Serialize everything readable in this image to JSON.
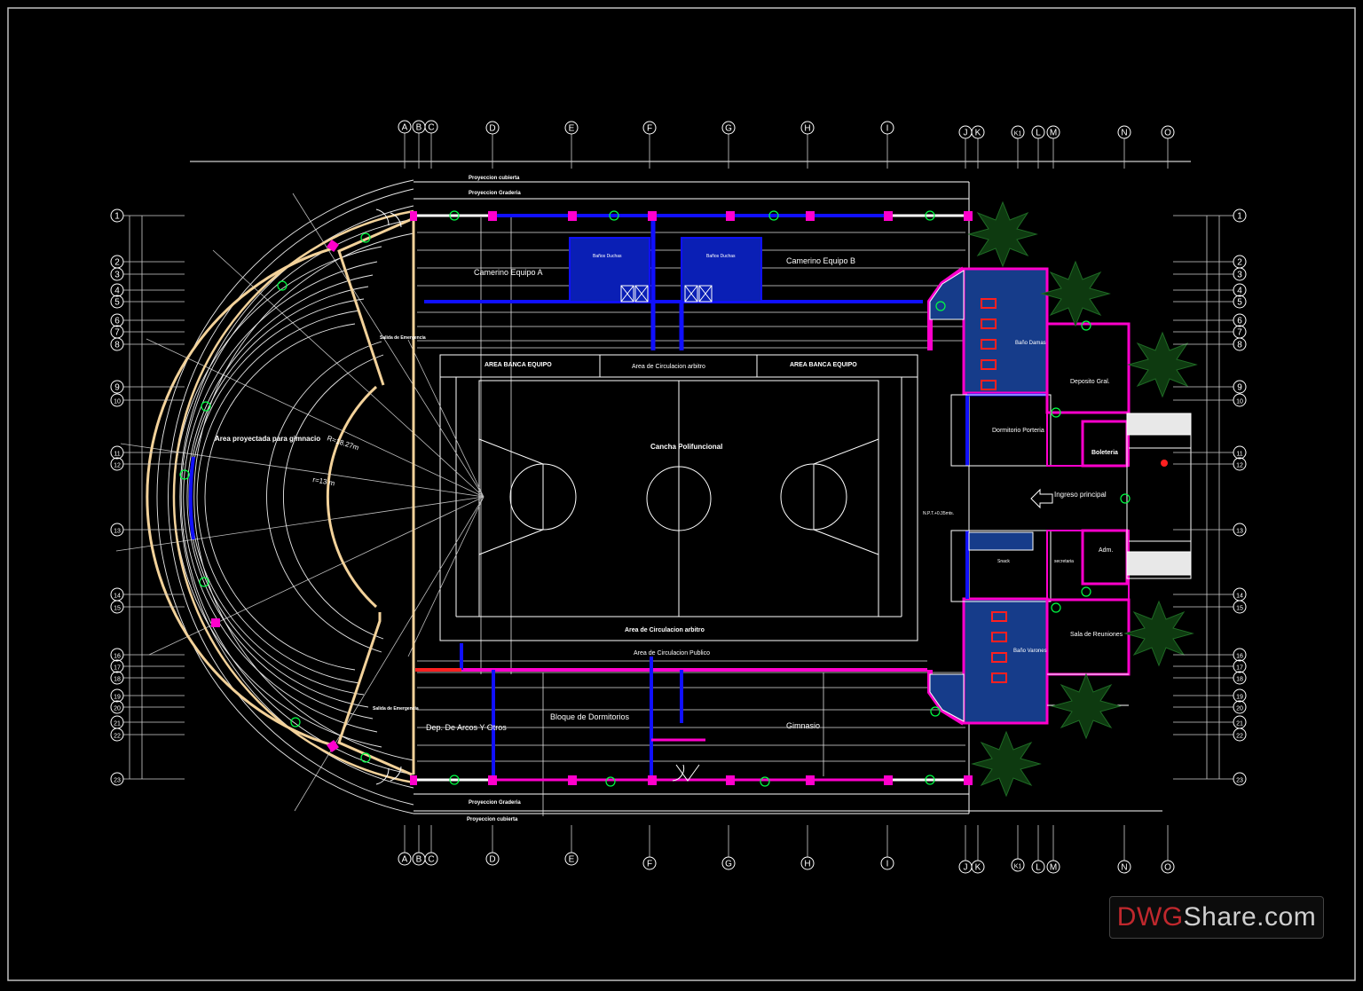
{
  "grid_cols_top": [
    "A",
    "B",
    "C",
    "D",
    "E",
    "F",
    "G",
    "H",
    "I",
    "J",
    "K",
    "K1",
    "L",
    "M",
    "N",
    "O"
  ],
  "grid_cols_bottom": [
    "A",
    "B",
    "C",
    "D",
    "E",
    "F",
    "G",
    "H",
    "I",
    "J",
    "K",
    "K1",
    "L",
    "M",
    "N",
    "O"
  ],
  "grid_rows": [
    "1",
    "2",
    "3",
    "4",
    "5",
    "6",
    "7",
    "8",
    "9",
    "10",
    "11",
    "12",
    "13",
    "14",
    "15",
    "16",
    "17",
    "18",
    "19",
    "20",
    "21",
    "22",
    "23"
  ],
  "labels": {
    "proyeccion_cubierta": "Proyeccion cubierta",
    "proyeccion_graderia": "Proyeccion Graderia",
    "camerino_a": "Camerino Equipo A",
    "camerino_b": "Camerino Equipo B",
    "banos_duchas": "Baños Duchas",
    "salida_emergencia": "Salida de Emergencia",
    "area_banca_left": "AREA BANCA EQUIPO",
    "area_circ_arbitro_top": "Area de Circulacion arbitro",
    "area_banca_right": "AREA BANCA EQUIPO",
    "cancha": "Cancha Polifuncional",
    "area_proyectada": "Area proyectada para gimnacio",
    "radius_outer": "R=18.27m",
    "radius_inner": "r=13 m",
    "npt": "N.P.T.+0.35mts.",
    "area_circ_arbitro_bottom": "Area de Circulacion arbitro",
    "area_circ_publico": "Area de Circulacion Publico",
    "dep_arcos": "Dep. De Arcos Y Otros",
    "bloque_dormitorios": "Bloque de Dormitorios",
    "gimnasio": "Gimnasio",
    "banos_damas": "Baño Damas",
    "deposito": "Deposito Gral.",
    "dormitorio_porteria": "Dormitorio Porteria",
    "boleteria": "Boleteria",
    "ingreso": "Ingreso principal",
    "snack": "Snack",
    "secretaria": "secretaria",
    "adm": "Adm.",
    "sala_reuniones": "Sala de Reuniones",
    "banos_varones": "Baño Varones"
  },
  "watermark": {
    "part1": "DWG",
    "part2": "Share.com",
    "color1": "#c0282d",
    "color2": "#cfcfcf"
  },
  "colors": {
    "background": "#000000",
    "line": "#ffffff",
    "wall_blue": "#1010ff",
    "wall_magenta": "#ff00cc",
    "stands": "#f3d29a",
    "tile": "#3a6fd0",
    "tree": "#0e3a10",
    "accent_green": "#00ff44",
    "accent_red": "#ff2020"
  }
}
